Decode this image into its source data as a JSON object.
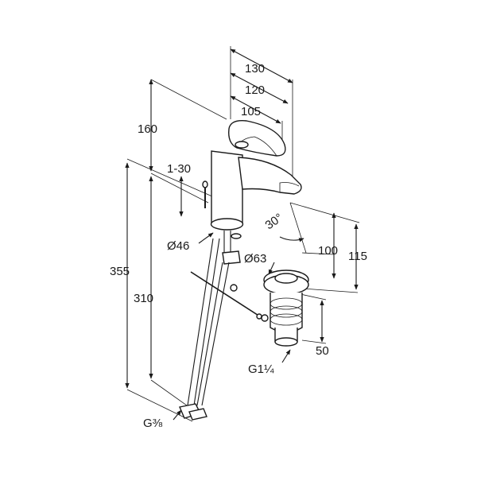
{
  "dimensions": {
    "d130": "130",
    "d120": "120",
    "d105": "105",
    "d160": "160",
    "d1_30": "1-30",
    "angle30": "30°",
    "dia46": "Ø46",
    "dia63": "Ø63",
    "d100": "100",
    "d115": "115",
    "d355": "355",
    "d310": "310",
    "d50": "50",
    "g114": "G1¼",
    "g38": "G⅜"
  }
}
